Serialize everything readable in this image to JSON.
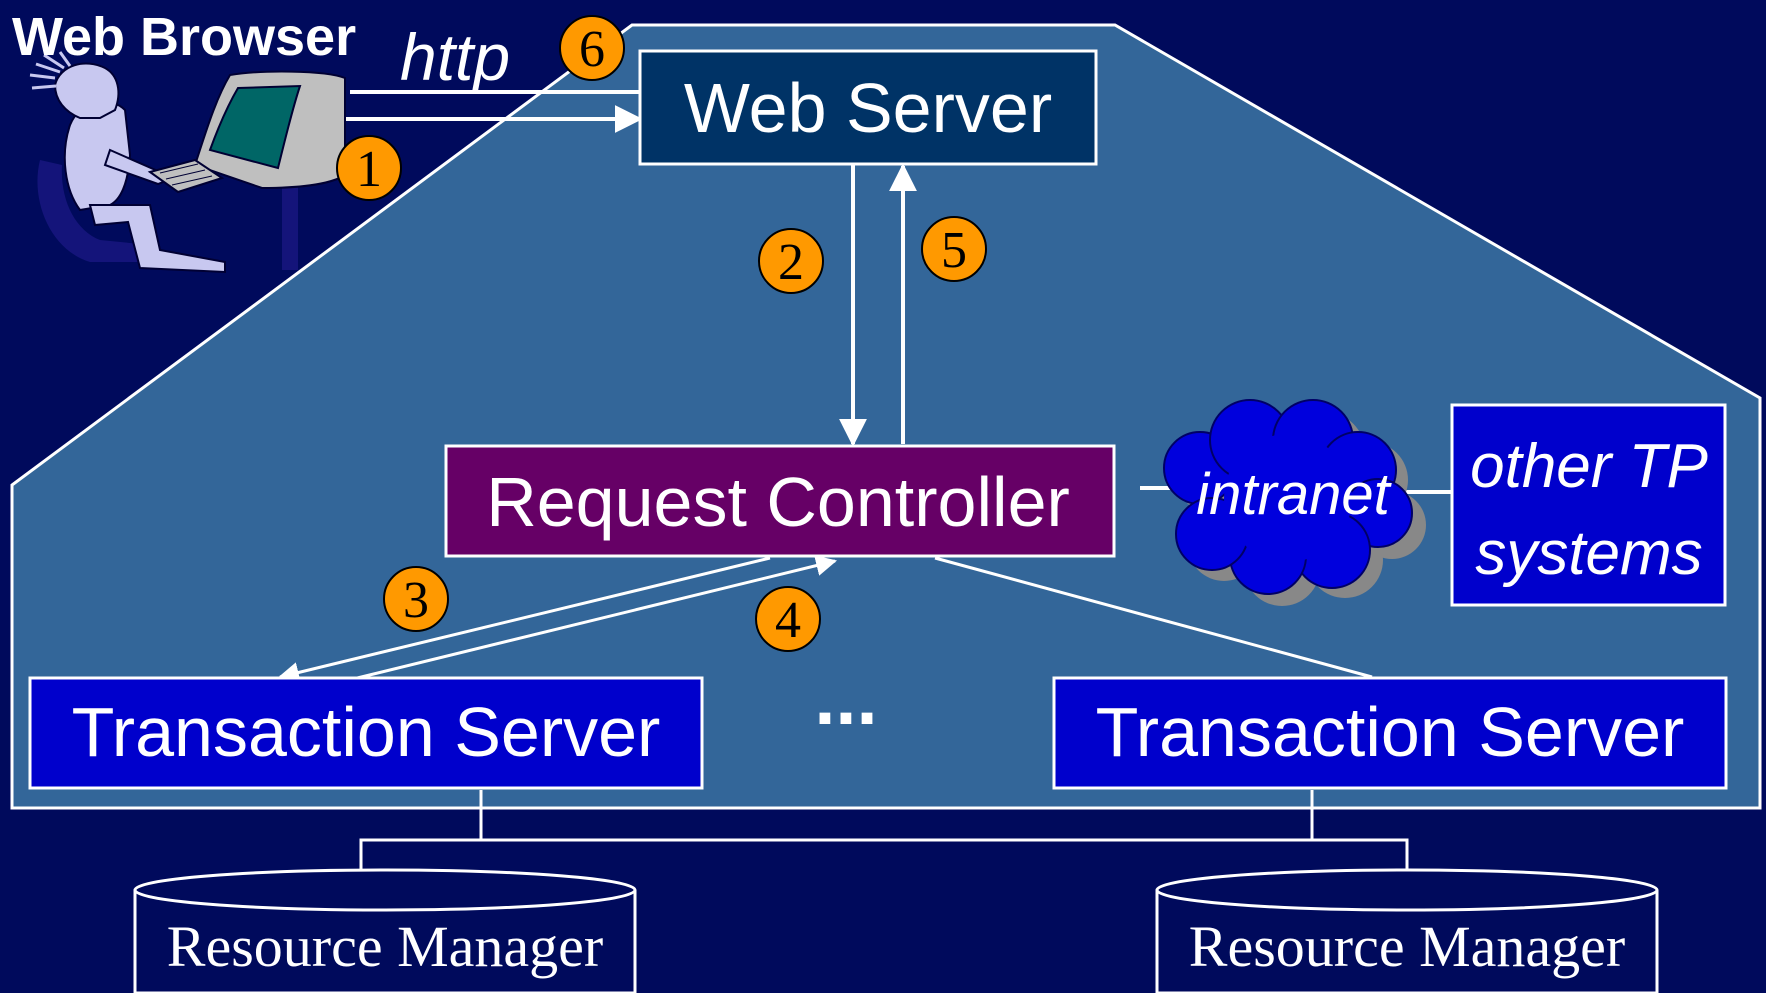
{
  "title": "Web Browser",
  "protocol_label": "http",
  "nodes": {
    "web_server": "Web Server",
    "request_controller": "Request Controller",
    "transaction_server_left": "Transaction Server",
    "transaction_server_right": "Transaction Server",
    "ellipsis": "...",
    "intranet": "intranet",
    "other_tp_line1": "other TP",
    "other_tp_line2": "systems",
    "resource_manager_left": "Resource Manager",
    "resource_manager_right": "Resource Manager"
  },
  "steps": [
    "1",
    "2",
    "3",
    "4",
    "5",
    "6"
  ],
  "colors": {
    "background": "#000a5c",
    "tp_region": "#336699",
    "web_server_box": "#003366",
    "request_controller_box": "#660066",
    "transaction_server_box": "#0000cc",
    "other_tp_box": "#0000cc",
    "cloud": "#0000dd",
    "step_badge": "#ff9900",
    "lines": "#ffffff"
  },
  "icons": {
    "user_at_computer": "user-at-computer-icon"
  }
}
